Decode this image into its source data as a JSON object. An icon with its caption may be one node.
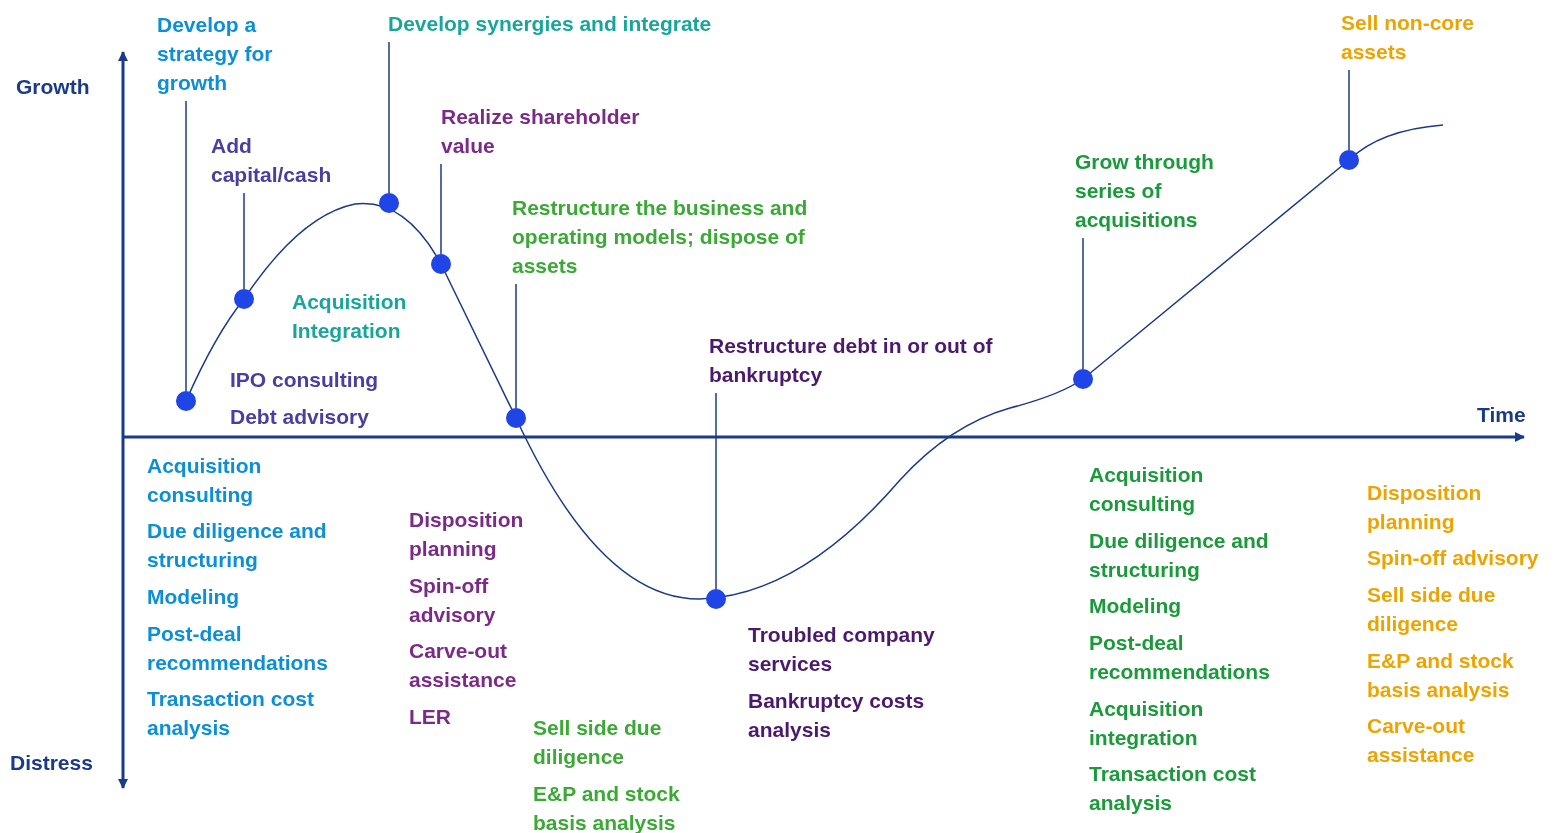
{
  "diagram": {
    "nodes": [
      {
        "text": [
          "Develop a strategy for growth"
        ]
      },
      {
        "text": [
          "Add capital/cash"
        ]
      },
      {
        "text": [
          "Develop synergies and integrate"
        ]
      },
      {
        "text": [
          "Realize shareholder value"
        ]
      },
      {
        "text": [
          "Restructure the business and operating models; dispose of assets"
        ]
      },
      {
        "text": [
          "Restructure debt in or out of bankruptcy"
        ]
      },
      {
        "text": [
          "Grow through series of acquisitions"
        ]
      },
      {
        "text": [
          "Sell non-core assets"
        ]
      },
      {
        "text": [],
        "shape": "circle"
      },
      {
        "text": [],
        "shape": "circle"
      },
      {
        "text": [],
        "shape": "circle"
      },
      {
        "text": [],
        "shape": "circle"
      },
      {
        "text": [],
        "shape": "circle"
      },
      {
        "text": [],
        "shape": "circle"
      },
      {
        "text": [],
        "shape": "circle"
      },
      {
        "text": [],
        "shape": "circle"
      }
    ],
    "edges": [
      {
        "from": 0,
        "to": 8,
        "arrow": "none"
      },
      {
        "from": 1,
        "to": 9,
        "arrow": "none"
      },
      {
        "from": 2,
        "to": 10,
        "arrow": "none"
      },
      {
        "from": 3,
        "to": 11,
        "arrow": "none"
      },
      {
        "from": 4,
        "to": 12,
        "arrow": "none"
      },
      {
        "from": 5,
        "to": 13,
        "arrow": "none"
      },
      {
        "from": 6,
        "to": 14,
        "arrow": "none"
      },
      {
        "from": 7,
        "to": 15,
        "arrow": "none"
      }
    ],
    "labels": [
      "Growth",
      "Distress",
      "Time",
      "Acquisition Integration",
      "IPO consulting",
      "Debt advisory",
      "Acquisition consulting",
      "Due diligence and structuring",
      "Modeling",
      "Post-deal recommendations",
      "Transaction cost analysis",
      "Disposition planning",
      "Spin-off advisory",
      "Carve-out assistance",
      "LER",
      "Sell side due diligence",
      "E&P and stock basis analysis",
      "Troubled company services",
      "Bankruptcy costs analysis",
      "Acquisition consulting",
      "Due diligence and structuring",
      "Modeling",
      "Post-deal recommendations",
      "Acquisition integration",
      "Transaction cost analysis",
      "Disposition planning",
      "Spin-off advisory",
      "Sell side due diligence",
      "E&P and stock basis analysis",
      "Carve-out assistance"
    ]
  }
}
